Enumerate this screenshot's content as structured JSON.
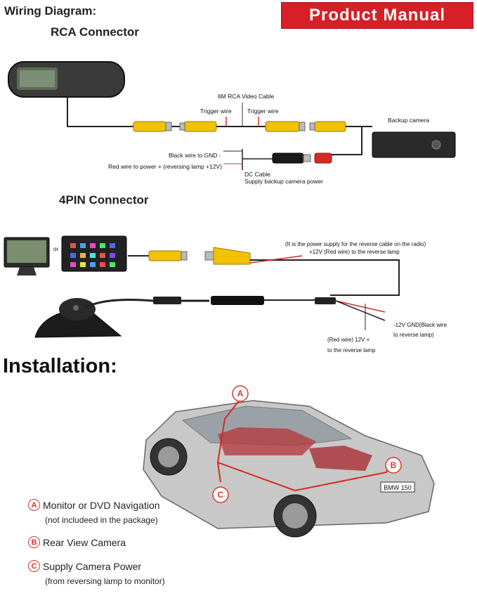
{
  "header": {
    "title": "Wiring Diagram:",
    "banner": "Product Manual"
  },
  "rca": {
    "heading": "RCA Connector",
    "video_cable": "6M RCA Video Cable",
    "trigger_left": "Trigger wire",
    "trigger_right": "Trigger wire",
    "backup_camera": "Backup camera",
    "black_gnd": "Black wire to GND -",
    "red_power": "Red wire to power + (reversing lamp +12V)",
    "dc_cable": "DC Cable",
    "supply": "Supply backup camera power"
  },
  "pin4": {
    "heading": "4PIN Connector",
    "or": "or",
    "power_note": "(It is the power supply for the reverse cable on the radio)",
    "red_12v": "+12V (Red wire) to the reverse lamp",
    "gnd_line1": "-12V GND(Black wire",
    "gnd_line2": "to reverse lamp)",
    "red_line1": "(Red wire) 12V +",
    "red_line2": "to the reverse lamp"
  },
  "install": {
    "heading": "Installation:",
    "plate": "BMW 150",
    "markers": [
      "A",
      "B",
      "C"
    ],
    "legend": [
      {
        "mark": "A",
        "text": "Monitor or DVD Navigation",
        "note": "(not includeed in the package)"
      },
      {
        "mark": "B",
        "text": "Rear View Camera",
        "note": ""
      },
      {
        "mark": "C",
        "text": "Supply Camera Power",
        "note": "(from reversing lamp to monitor)"
      }
    ]
  },
  "colors": {
    "banner": "#d61f26",
    "rca_yellow": "#f2c200",
    "wire_red": "#d42a22",
    "marker": "#d53a2e"
  }
}
